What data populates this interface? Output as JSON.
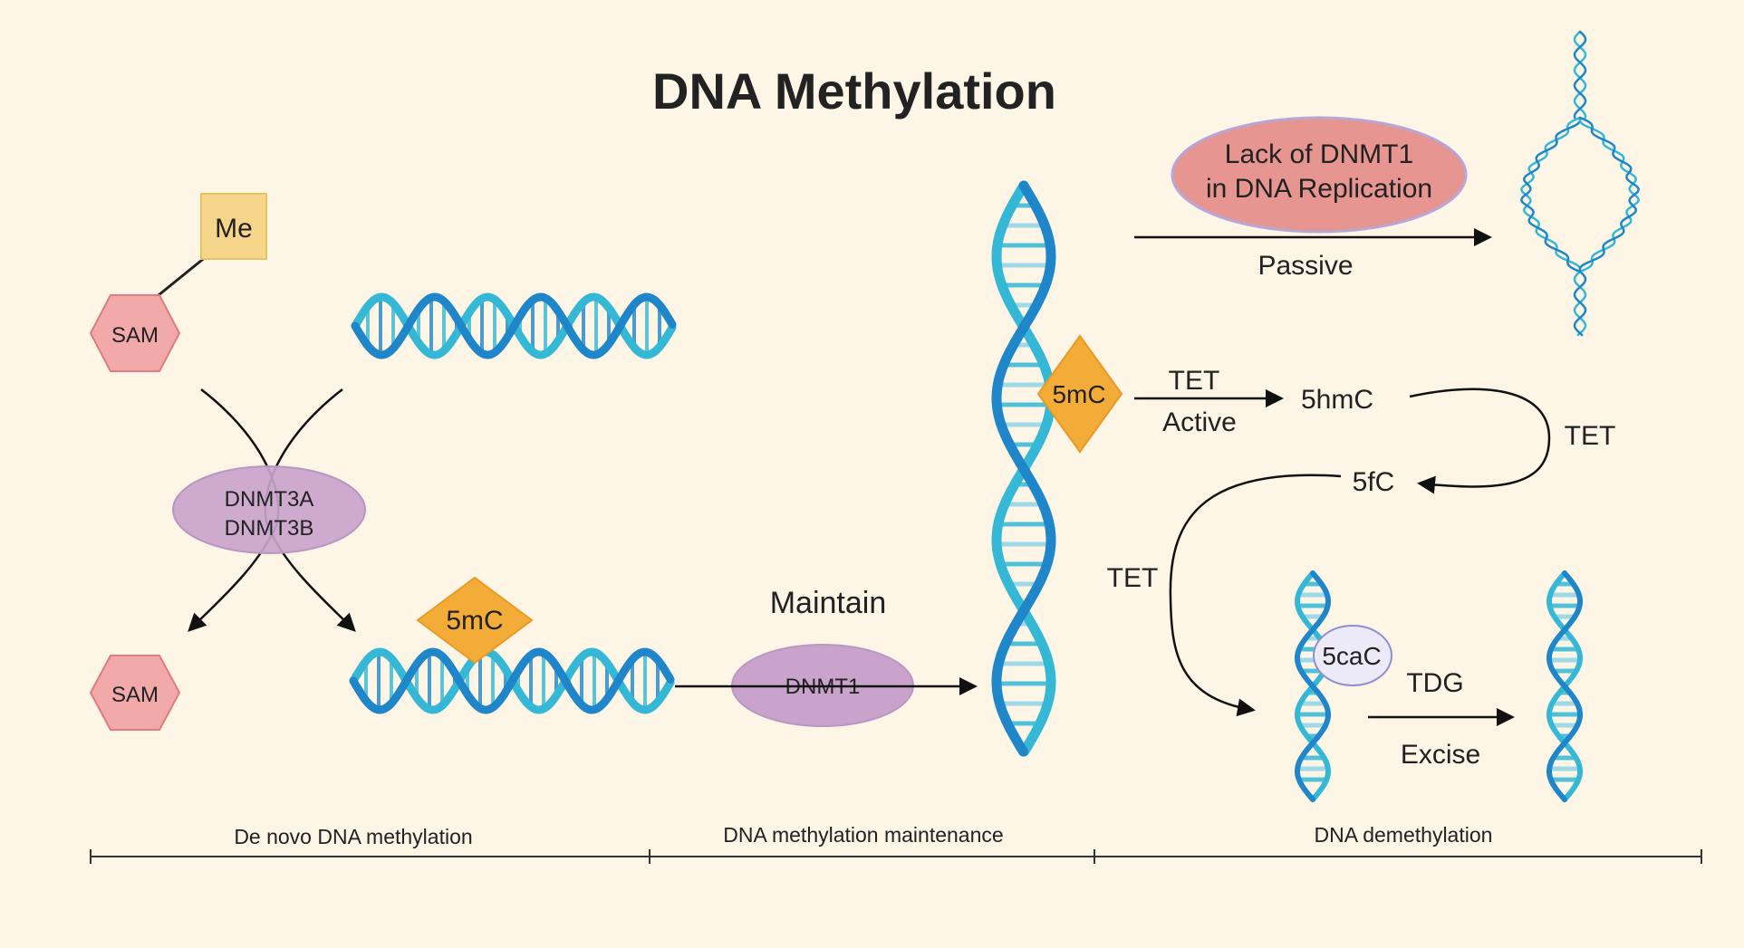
{
  "title": "DNA Methylation",
  "colors": {
    "background": "#fdf6e6",
    "sam": "#f2a9a9",
    "me": "#f6d68a",
    "dnmt": "#c9a3cc",
    "five_mc": "#f4ac38",
    "passive_ellipse": "#e79590",
    "caC_circle": "#eceaf8",
    "dna_dark": "#1f86c9",
    "dna_light": "#35b8d6"
  },
  "icons": [
    "sam-hexagon",
    "methyl-square",
    "dna-helix",
    "diamond-5mc",
    "replication-bubble"
  ],
  "de_novo": {
    "me": "Me",
    "sam_top": "SAM",
    "sam_bottom": "SAM",
    "enzyme_line1": "DNMT3A",
    "enzyme_line2": "DNMT3B",
    "methyl_mark": "5mC"
  },
  "maintenance": {
    "label": "Maintain",
    "enzyme": "DNMT1",
    "methyl_mark": "5mC"
  },
  "demethylation": {
    "passive_line1": "Lack of DNMT1",
    "passive_line2": "in DNA Replication",
    "passive_label": "Passive",
    "tet_active_top": "TET",
    "active_label": "Active",
    "five_hmc": "5hmC",
    "tet_right": "TET",
    "five_fc": "5fC",
    "tet_left": "TET",
    "five_cac": "5caC",
    "tdg": "TDG",
    "excise": "Excise"
  },
  "timeline": {
    "section1": "De novo DNA methylation",
    "section2": "DNA methylation maintenance",
    "section3": "DNA demethylation"
  }
}
